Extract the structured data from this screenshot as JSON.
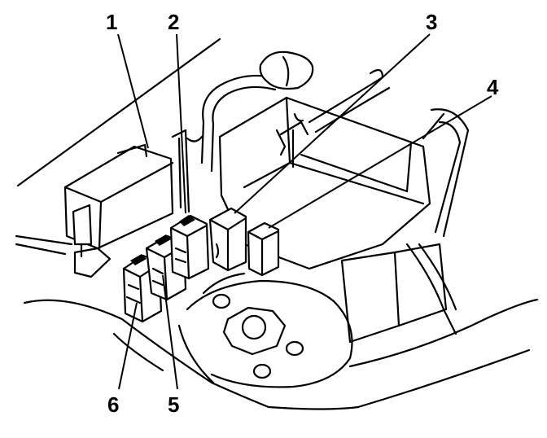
{
  "callouts": [
    {
      "id": 1,
      "label": "1"
    },
    {
      "id": 2,
      "label": "2"
    },
    {
      "id": 3,
      "label": "3"
    },
    {
      "id": 4,
      "label": "4"
    },
    {
      "id": 5,
      "label": "5"
    },
    {
      "id": 6,
      "label": "6"
    }
  ],
  "colors": {
    "ink": "#000000",
    "paper": "#ffffff"
  }
}
